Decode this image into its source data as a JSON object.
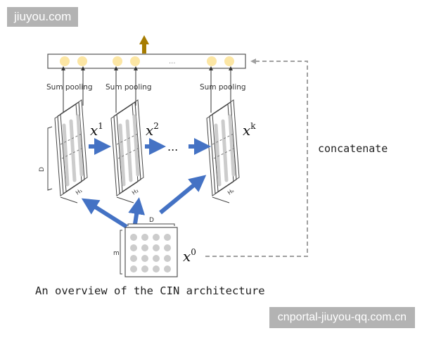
{
  "watermarks": {
    "top": "jiuyou.com",
    "bottom": "cnportal-jiuyou-qq.com.cn"
  },
  "diagram": {
    "pooling_label": "Sum pooling",
    "layers": [
      {
        "base": "x",
        "sup": "1",
        "h": "H₁"
      },
      {
        "base": "x",
        "sup": "2",
        "h": "H₂"
      },
      {
        "base": "x",
        "sup": "k",
        "h": "Hₖ"
      }
    ],
    "ellipsis_top": "...",
    "ellipsis_mid": "...",
    "d_label": "D",
    "input": {
      "base": "x",
      "sup": "0",
      "d": "D",
      "m": "m"
    },
    "concat_label": "concatenate",
    "caption": "An overview of the CIN architecture"
  },
  "colors": {
    "arrow_blue": "#4472c4",
    "output_arrow": "#a67c00",
    "node_yellow": "#fce6a4",
    "dashed_gray": "#a0a0a0",
    "cell_gray": "#cccccc"
  }
}
